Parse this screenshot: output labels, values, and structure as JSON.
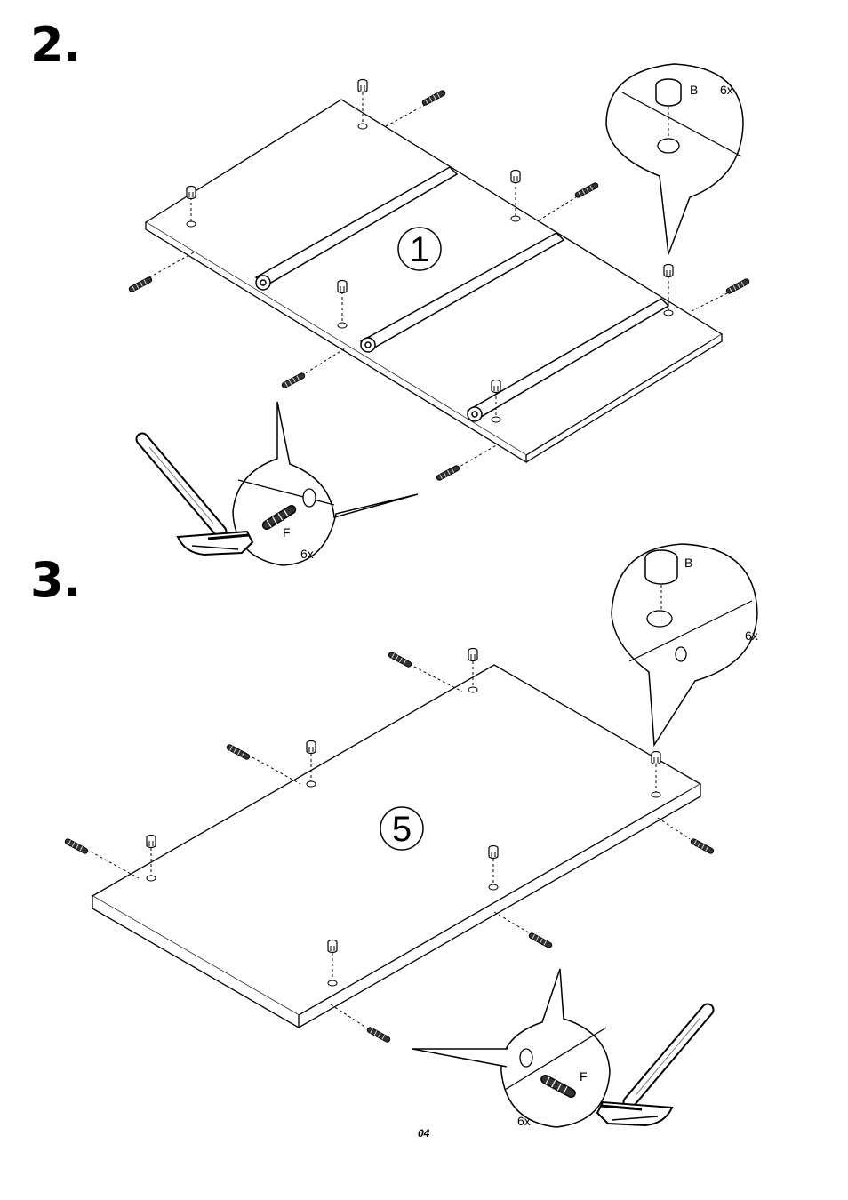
{
  "steps": [
    {
      "number": "2.",
      "part_number": "1",
      "callouts": [
        {
          "part": "B",
          "quantity": "6x"
        },
        {
          "part": "F",
          "quantity": "6x"
        }
      ]
    },
    {
      "number": "3.",
      "part_number": "5",
      "callouts": [
        {
          "part": "B",
          "quantity": "6x"
        },
        {
          "part": "F",
          "quantity": "6x"
        }
      ]
    }
  ],
  "page_number": "04"
}
